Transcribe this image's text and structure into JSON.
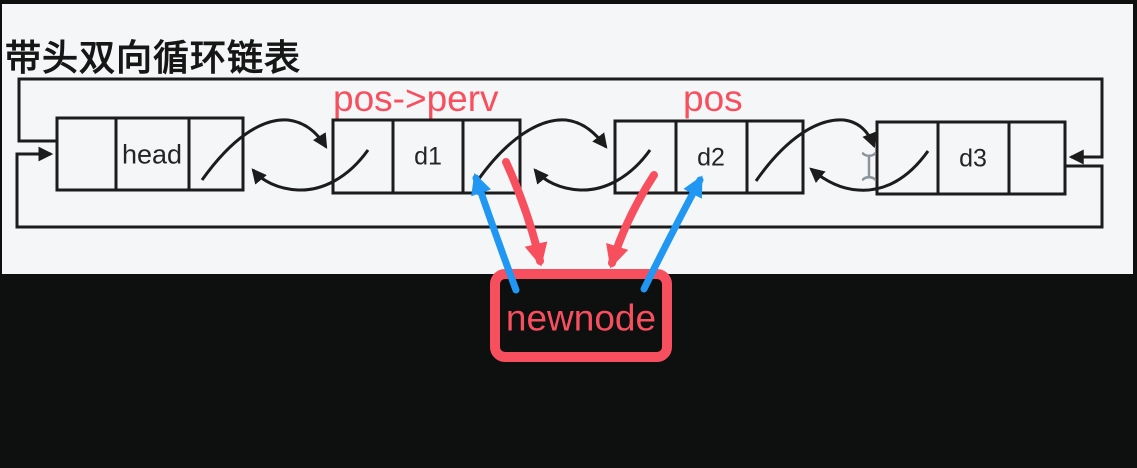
{
  "title": "带头双向循环链表",
  "diagram": {
    "annotations": {
      "pos_prev": "pos->perv",
      "pos": "pos"
    },
    "nodes": [
      {
        "label": "head"
      },
      {
        "label": "d1"
      },
      {
        "label": "d2"
      },
      {
        "label": "d3"
      }
    ],
    "newnode": {
      "label": "newnode"
    },
    "icons": {
      "text_cursor": "i-beam-text-cursor-icon"
    },
    "colors": {
      "accent_red": "#f84f5f",
      "accent_blue": "#2097f2",
      "line": "#1c1c1c",
      "canvas": "#f4f6f7",
      "background": "#0e0f0f"
    }
  }
}
